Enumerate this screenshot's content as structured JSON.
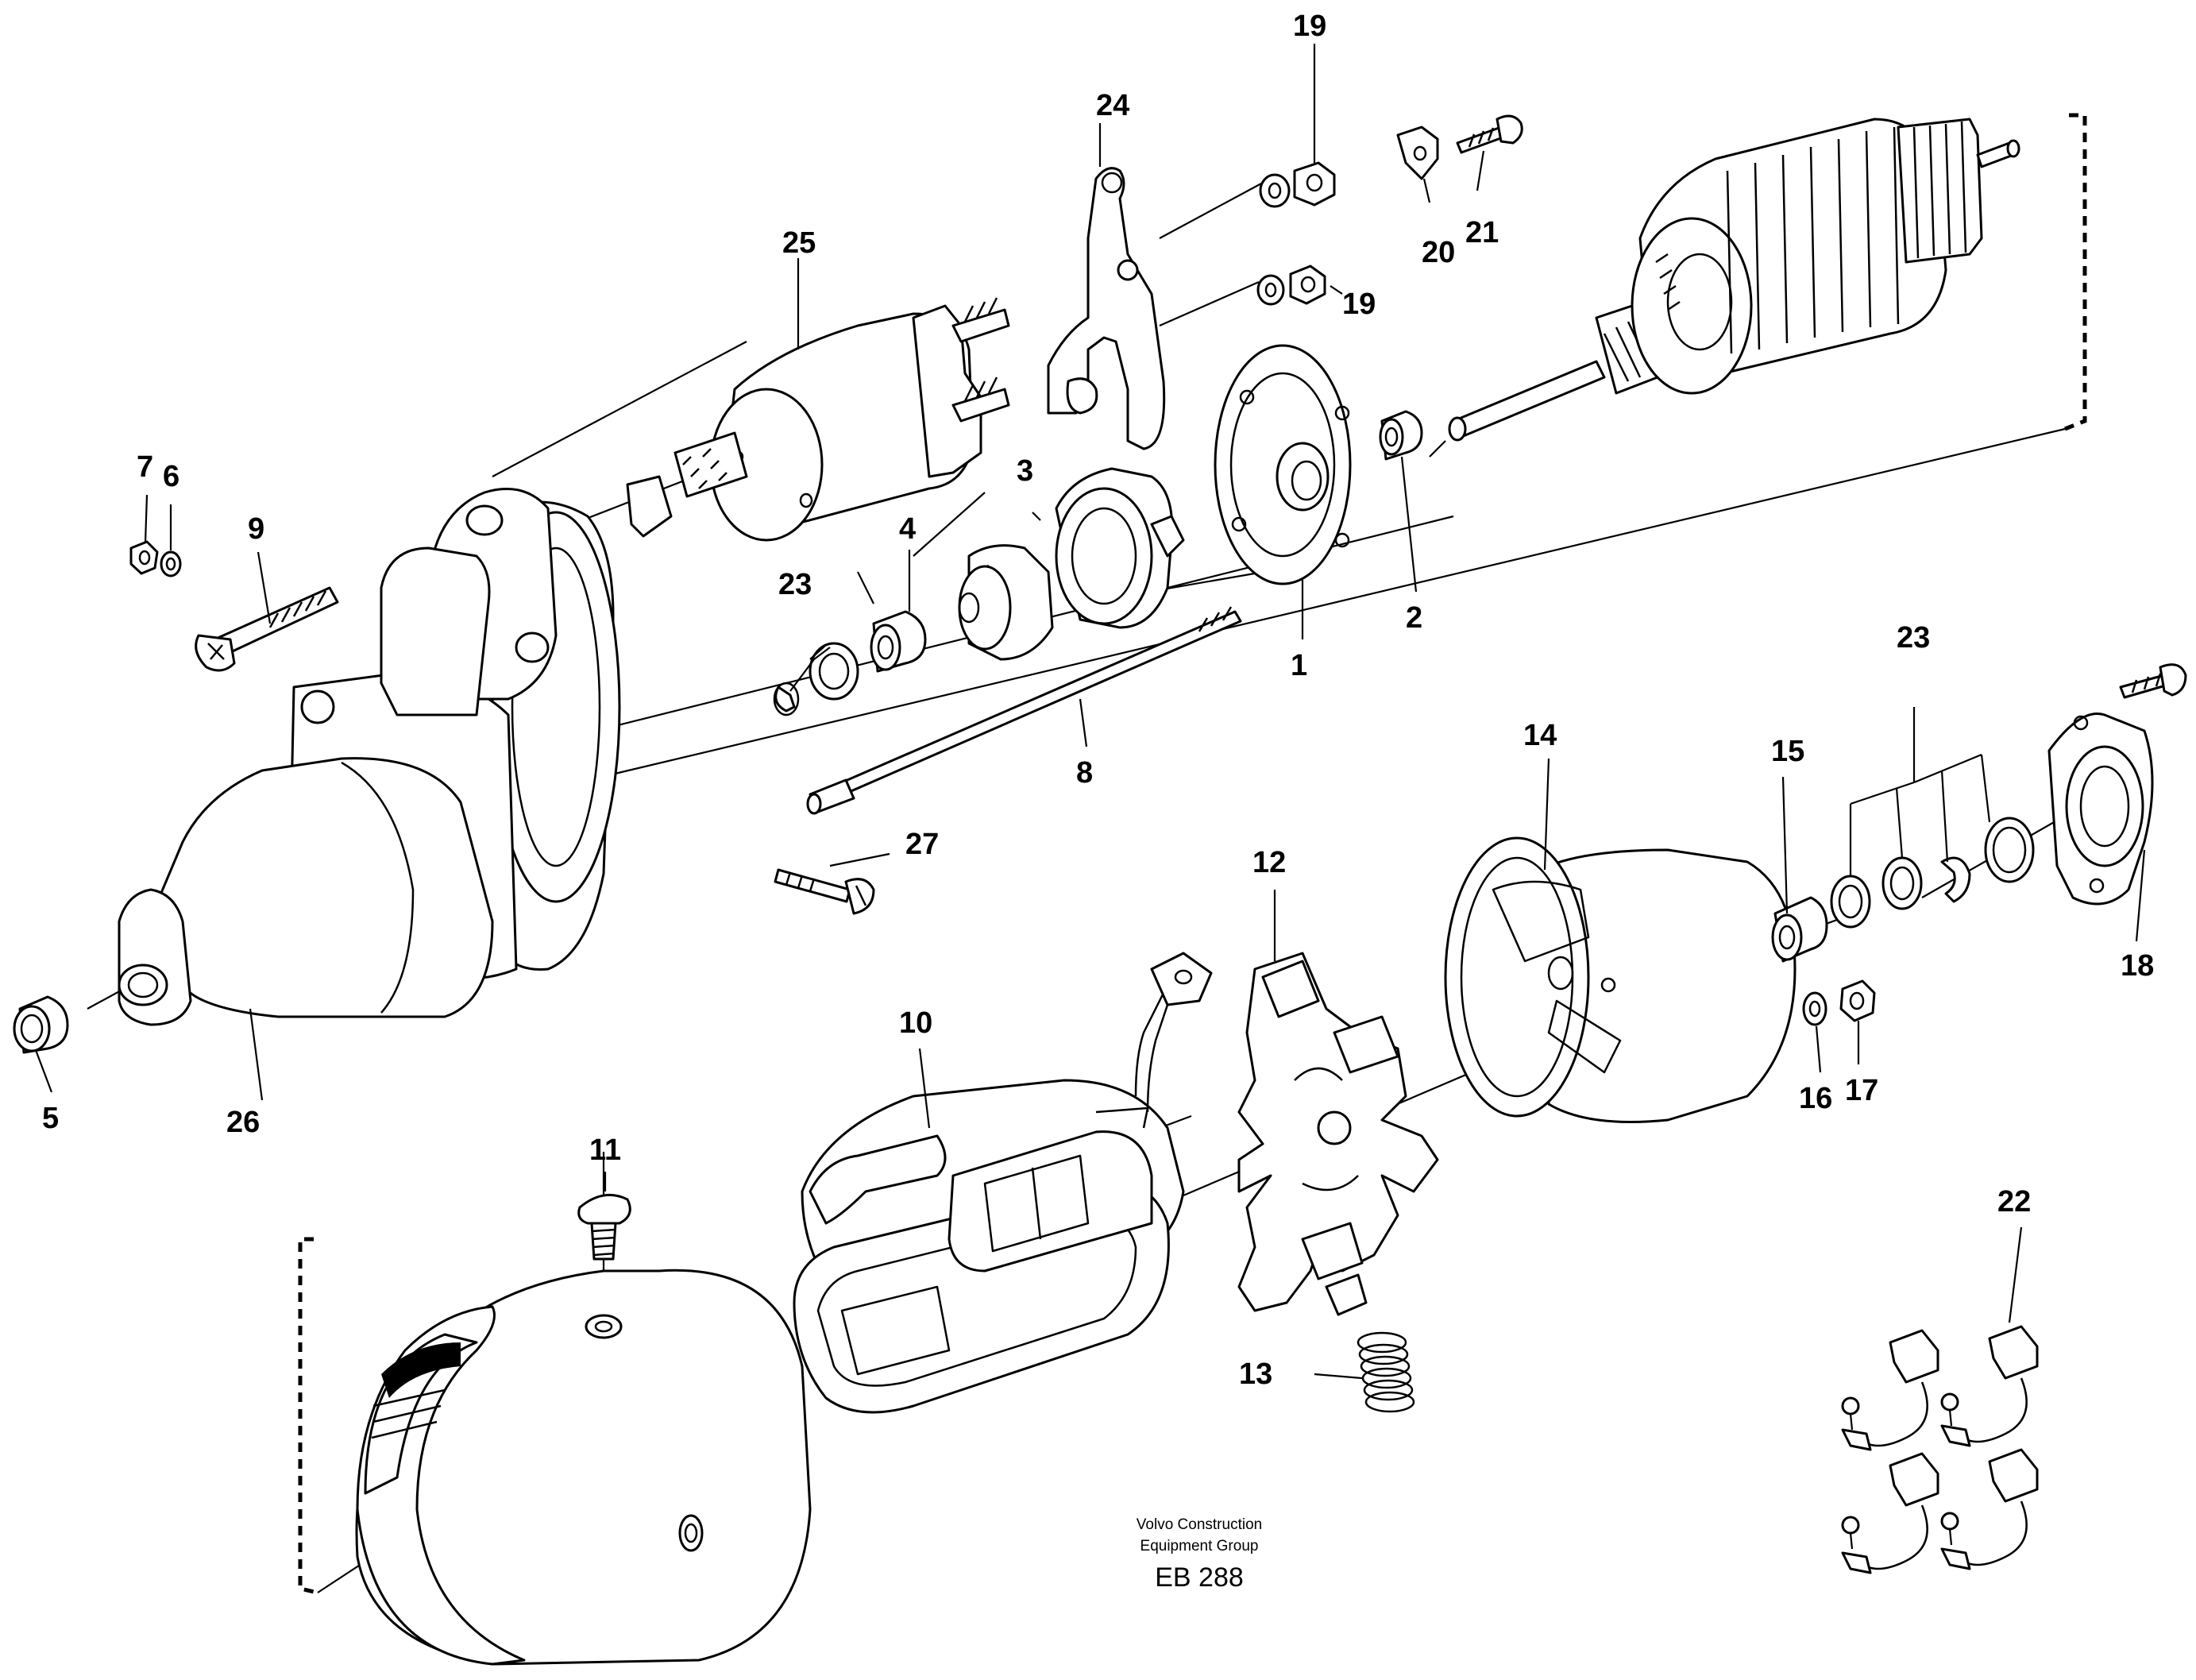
{
  "labels": {
    "l1": "1",
    "l2": "2",
    "l3": "3",
    "l4": "4",
    "l5": "5",
    "l6": "6",
    "l7": "7",
    "l8": "8",
    "l9": "9",
    "l10": "10",
    "l11": "11",
    "l12": "12",
    "l13": "13",
    "l14": "14",
    "l15": "15",
    "l16": "16",
    "l17": "17",
    "l18": "18",
    "l19a": "19",
    "l19b": "19",
    "l20": "20",
    "l21": "21",
    "l22": "22",
    "l23a": "23",
    "l23b": "23",
    "l24": "24",
    "l25": "25",
    "l26": "26",
    "l27": "27"
  },
  "credit": {
    "line1": "Volvo Construction",
    "line2": "Equipment Group",
    "code": "EB 288"
  }
}
